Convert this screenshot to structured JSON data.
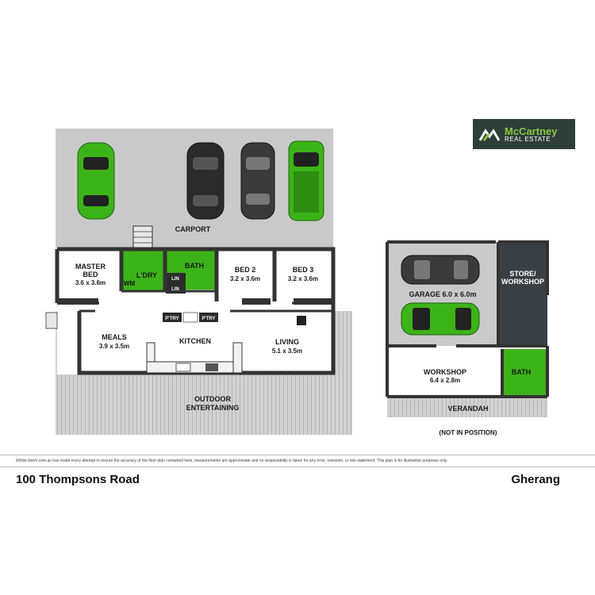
{
  "logo": {
    "name": "McCartney",
    "sub": "REAL ESTATE"
  },
  "house": {
    "carport": "CARPORT",
    "master_bed": {
      "name": "MASTER\nBED",
      "name1": "MASTER",
      "name2": "BED",
      "size": "3.6 x 3.6m"
    },
    "laundry": "L'DRY",
    "wm": "WM",
    "bath": "BATH",
    "lin1": "LIN",
    "lin2": "LIN",
    "bed2": {
      "name": "BED 2",
      "size": "3.2 x 3.6m"
    },
    "bed3": {
      "name": "BED 3",
      "size": "3.2 x 3.6m"
    },
    "ptry1": "P'TRY",
    "ptry2": "P'TRY",
    "meals": {
      "name": "MEALS",
      "size": "3.9 x 3.5m"
    },
    "kitchen": "KITCHEN",
    "living": {
      "name": "LIVING",
      "size": "5.1 x 3.5m"
    },
    "outdoor": {
      "line1": "OUTDOOR",
      "line2": "ENTERTAINING"
    }
  },
  "shed": {
    "garage": {
      "name": "GARAGE 6.0 x 6.0m"
    },
    "store": {
      "line1": "STORE/",
      "line2": "WORKSHOP"
    },
    "workshop": {
      "name": "WORKSHOP",
      "size": "6.4 x 2.8m"
    },
    "bath": "BATH",
    "verandah": "VERANDAH",
    "note": "(NOT IN POSITION)"
  },
  "disclaimer": "Whilst bwrm.com.au has made every attempt to ensure the accuracy of the floor plan contained here, measurements are approximate and no responsibility is taken for any error, omission, or mis-statement. This plan is for illustrative purposes only.",
  "address": {
    "street": "100 Thompsons Road",
    "suburb": "Gherang"
  },
  "colors": {
    "green": "#3cb318",
    "wall": "#333333",
    "paving": "#c9c9c9",
    "logo_bg": "#2e3f3a",
    "logo_green": "#8dc63f"
  }
}
